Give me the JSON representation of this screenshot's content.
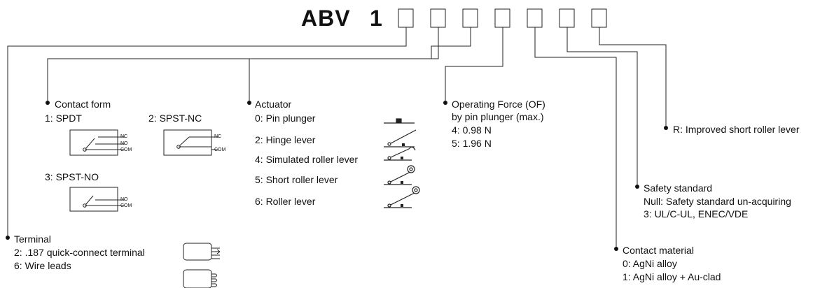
{
  "model_prefix": "ABV",
  "model_series": "1",
  "code_box_count": 7,
  "fields": {
    "terminal": {
      "title": "Terminal",
      "options": [
        "2: .187 quick-connect terminal",
        "6: Wire leads"
      ]
    },
    "contact_form": {
      "title": "Contact form",
      "options": [
        "1: SPDT",
        "2: SPST-NC",
        "3: SPST-NO"
      ],
      "pin_labels": {
        "nc": "NC",
        "no": "NO",
        "com": "COM"
      }
    },
    "actuator": {
      "title": "Actuator",
      "options": [
        "0: Pin plunger",
        "2: Hinge lever",
        "4: Simulated roller lever",
        "5: Short roller lever",
        "6: Roller lever"
      ]
    },
    "operating_force": {
      "title": "Operating Force (OF)",
      "subtitle": "by pin plunger (max.)",
      "options": [
        "4: 0.98 N",
        "5: 1.96 N"
      ]
    },
    "contact_material": {
      "title": "Contact material",
      "options": [
        "0: AgNi alloy",
        "1: AgNi alloy + Au-clad"
      ]
    },
    "safety_standard": {
      "title": "Safety standard",
      "options": [
        "Null: Safety standard un-acquiring",
        "3: UL/C-UL, ENEC/VDE"
      ]
    },
    "roller": {
      "options": [
        "R: Improved short roller lever"
      ]
    }
  }
}
